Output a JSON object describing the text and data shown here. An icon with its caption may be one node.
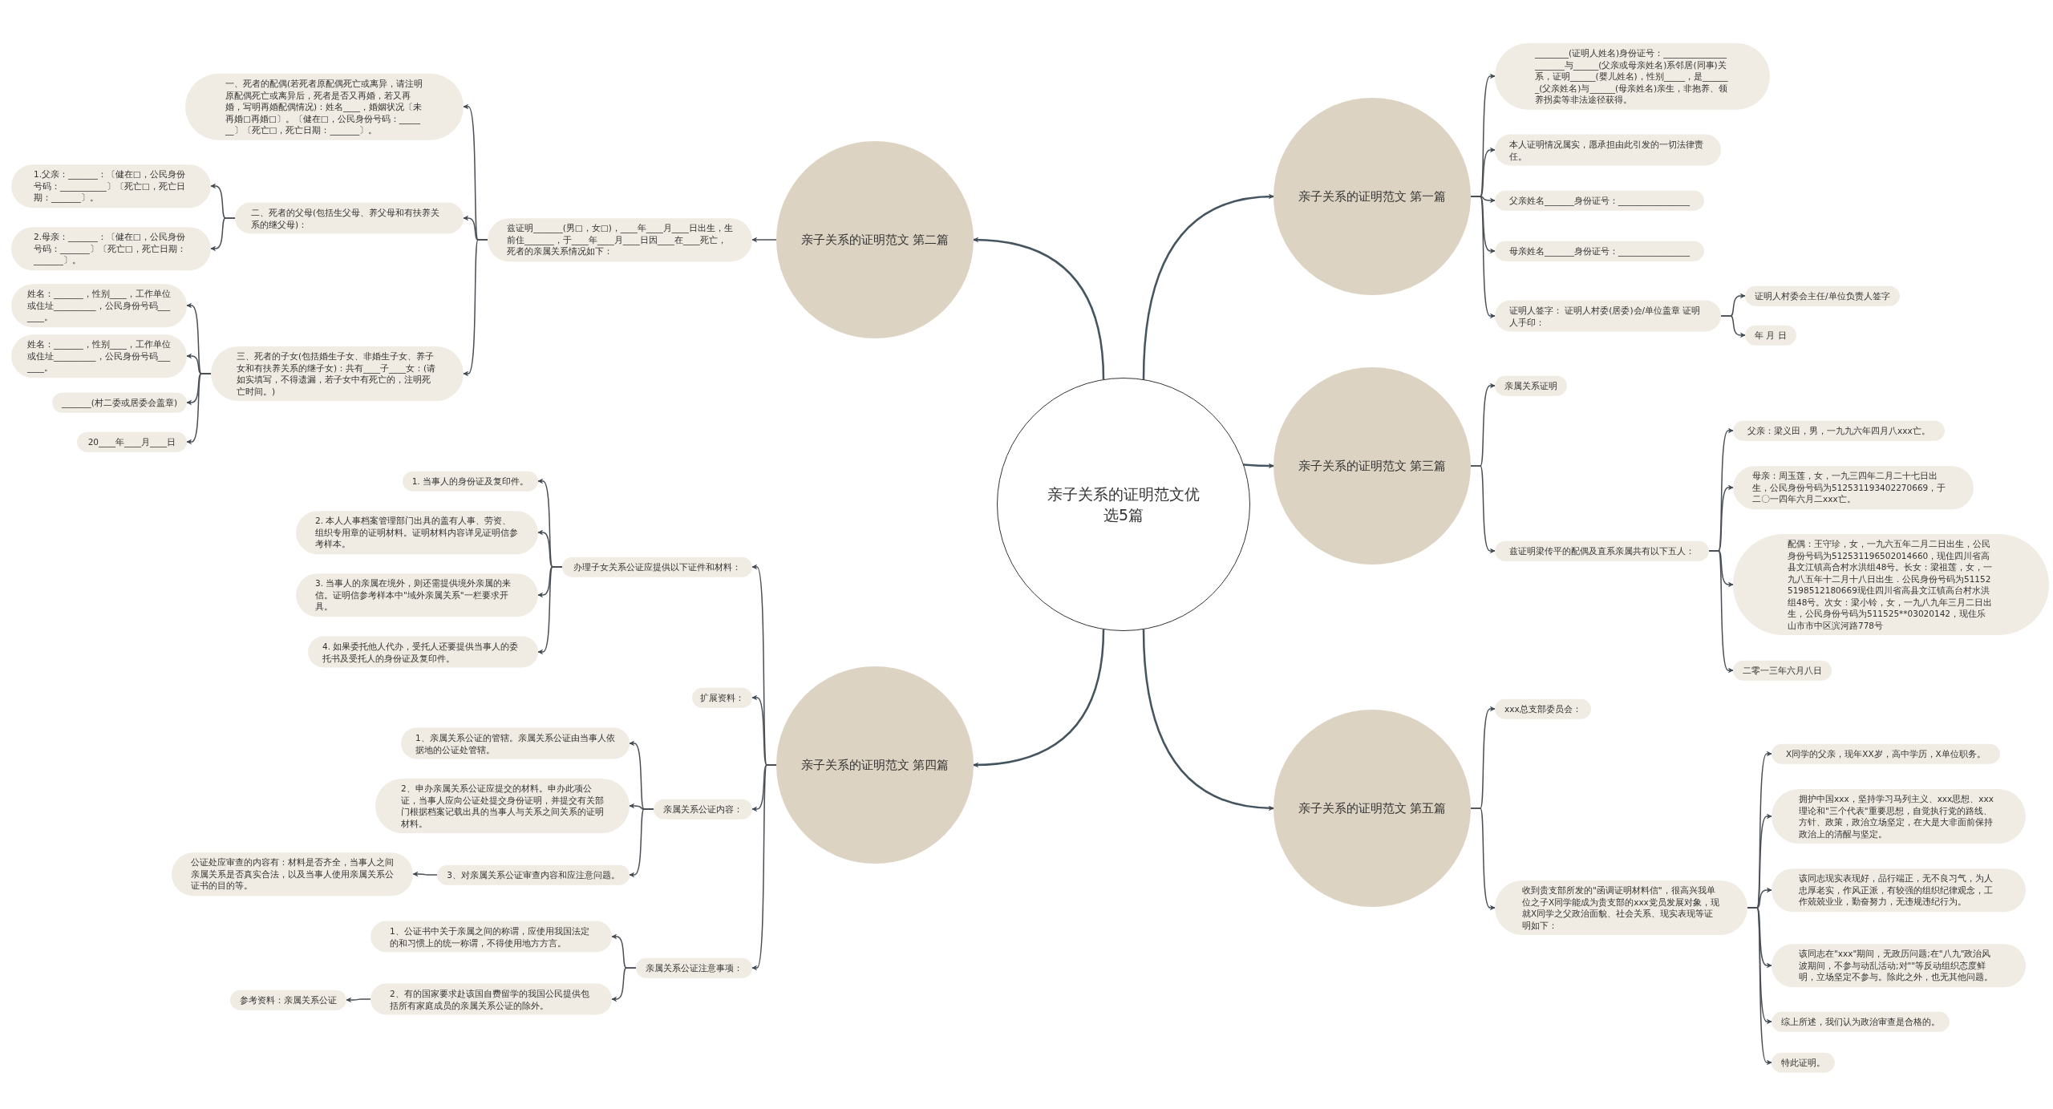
{
  "diagram": {
    "nodes": [
      {
        "text": [
          "亲子关系的证明范文优选5篇"
        ]
      },
      {
        "text": [
          "亲子关系的证明范文 第一篇"
        ]
      },
      {
        "text": [
          "________(证明人姓名)身份证号：______________________与______(父亲或母亲姓名)系邻居(同事)关系，证明______(婴儿姓名)，性别_____，是_______(父亲姓名)与______(母亲姓名)亲生，非抱养、领养拐卖等非法途径获得。"
        ]
      },
      {
        "text": [
          "本人证明情况属实，愿承担由此引发的一切法律责任。"
        ]
      },
      {
        "text": [
          "父亲姓名_______身份证号：_________________"
        ]
      },
      {
        "text": [
          "母亲姓名_______身份证号：_________________"
        ]
      },
      {
        "text": [
          "证明人签字： 证明人村委(居委)会/单位盖章 证明人手印："
        ]
      },
      {
        "text": [
          "证明人村委会主任/单位负责人签字"
        ]
      },
      {
        "text": [
          "年 月 日"
        ]
      },
      {
        "text": [
          "亲子关系的证明范文 第二篇"
        ]
      },
      {
        "text": [
          "兹证明_______(男□，女□)，____年____月____日出生，生前住_______，于____年____月____日因____在____死亡，死者的亲属关系情况如下："
        ]
      },
      {
        "text": [
          "一、死者的配偶(若死者原配偶死亡或离异，请注明原配偶死亡或离异后，死者是否又再婚，若又再婚，写明再婚配偶情况)：姓名____，婚姻状况〔未再婚□再婚□〕。〔健在□，公民身份号码：_______〕〔死亡□，死亡日期：_______〕。"
        ]
      },
      {
        "text": [
          "二、死者的父母(包括生父母、养父母和有扶养关系的继父母)："
        ]
      },
      {
        "text": [
          "1.父亲：_______：〔健在□，公民身份号码：___________〕〔死亡□，死亡日期：_______〕。"
        ]
      },
      {
        "text": [
          "2.母亲：_______：〔健在□，公民身份号码：_______〕〔死亡□，死亡日期：_______〕。"
        ]
      },
      {
        "text": [
          "三、死者的子女(包括婚生子女、非婚生子女、养子女和有扶养关系的继子女)：共有____子____女：(请如实填写，不得遗漏，若子女中有死亡的，注明死亡时间。)"
        ]
      },
      {
        "text": [
          "姓名：_______，性别____，工作单位或住址__________，公民身份号码_______。"
        ]
      },
      {
        "text": [
          "姓名：_______，性别____，工作单位或住址__________，公民身份号码_______。"
        ]
      },
      {
        "text": [
          "_______(村二委或居委会盖章)"
        ]
      },
      {
        "text": [
          "20____年____月____日"
        ]
      },
      {
        "text": [
          "亲子关系的证明范文 第三篇"
        ]
      },
      {
        "text": [
          "亲属关系证明"
        ]
      },
      {
        "text": [
          "兹证明梁传平的配偶及直系亲属共有以下五人："
        ]
      },
      {
        "text": [
          "父亲：梁义田，男，一九九六年四月八xxx亡。"
        ]
      },
      {
        "text": [
          "母亲：周玉莲，女，一九三四年二月二十七日出生，公民身份号码为512531193402270669，于二〇一四年六月二xxx亡。"
        ]
      },
      {
        "text": [
          "配偶：王守珍，女，一九六五年二月二日出生，公民身份号码为512531196502014660，现住四川省高县文江镇高合村水洪组48号。长女：梁祖莲，女，一九八五年十二月十八日出生．公民身份号码为511525198512180669现住四川省高县文江镇高台村水洪组48号。次女：梁小铃，女，一九八九年三月二日出生，公民身份号码为511525**03020142，现住乐山市市中区滨河路778号"
        ]
      },
      {
        "text": [
          "二零一三年六月八日"
        ]
      },
      {
        "text": [
          "亲子关系的证明范文 第四篇"
        ]
      },
      {
        "text": [
          "办理子女关系公证应提供以下证件和材料："
        ]
      },
      {
        "text": [
          "1. 当事人的身份证及复印件。"
        ]
      },
      {
        "text": [
          "2. 本人人事档案管理部门出具的盖有人事、劳资、组织专用章的证明材料。证明材料内容详见证明信参考样本。"
        ]
      },
      {
        "text": [
          "3. 当事人的亲属在境外，则还需提供境外亲属的来信。证明信参考样本中\"域外亲属关系\"一栏要求开具。"
        ]
      },
      {
        "text": [
          "4. 如果委托他人代办，受托人还要提供当事人的委托书及受托人的身份证及复印件。"
        ]
      },
      {
        "text": [
          "扩展资料："
        ]
      },
      {
        "text": [
          "亲属关系公证内容："
        ]
      },
      {
        "text": [
          "1、亲属关系公证的管辖。亲属关系公证由当事人依据地的公证处管辖。"
        ]
      },
      {
        "text": [
          "2、申办亲属关系公证应提交的材料。申办此项公证，当事人应向公证处提交身份证明，并提交有关部门根据档案记载出具的当事人与关系之间关系的证明材料。"
        ]
      },
      {
        "text": [
          "3、对亲属关系公证审查内容和应注意问题。"
        ]
      },
      {
        "text": [
          "公证处应审查的内容有：材料是否齐全，当事人之间亲属关系是否真实合法，以及当事人使用亲属关系公证书的目的等。"
        ]
      },
      {
        "text": [
          "亲属关系公证注意事项："
        ]
      },
      {
        "text": [
          "1、公证书中关于亲属之间的称谓，应使用我国法定的和习惯上的统一称谓，不得使用地方方言。"
        ]
      },
      {
        "text": [
          "2、有的国家要求赴该国自费留学的我国公民提供包括所有家庭成员的亲属关系公证的除外。"
        ]
      },
      {
        "text": [
          "参考资料：亲属关系公证"
        ]
      },
      {
        "text": [
          "亲子关系的证明范文 第五篇"
        ]
      },
      {
        "text": [
          "xxx总支部委员会："
        ]
      },
      {
        "text": [
          "收到贵支部所发的\"函调证明材料信\"，很高兴我单位之子X同学能成为贵支部的xxx党员发展对象，现就X同学之父政治面貌、社会关系、现实表现等证明如下："
        ]
      },
      {
        "text": [
          "X同学的父亲，现年XX岁，高中学历，X单位职务。"
        ]
      },
      {
        "text": [
          "拥护中国xxx，坚持学习马列主义、xxx思想、xxx理论和\"三个代表\"重要思想，自觉执行党的路线、方针、政策，政治立场坚定，在大是大非面前保持政治上的清醒与坚定。"
        ]
      },
      {
        "text": [
          "该同志现实表现好，品行端正，无不良习气，为人忠厚老实，作风正派，有较强的组织纪律观念，工作兢兢业业，勤奋努力，无违规违纪行为。"
        ]
      },
      {
        "text": [
          "该同志在\"xxx\"期间，无政历问题;在\"八九\"政治风波期间，不参与动乱活动;对\"\"等反动组织态度鲜明，立场坚定不参与。除此之外，也无其他问题。"
        ]
      },
      {
        "text": [
          "综上所述，我们认为政治审查是合格的。"
        ]
      },
      {
        "text": [
          "特此证明。"
        ]
      }
    ],
    "edges": [
      {
        "from": 0,
        "to": 1,
        "arrow": "to"
      },
      {
        "from": 0,
        "to": 9,
        "arrow": "to"
      },
      {
        "from": 0,
        "to": 20,
        "arrow": "to"
      },
      {
        "from": 0,
        "to": 27,
        "arrow": "to"
      },
      {
        "from": 0,
        "to": 43,
        "arrow": "to"
      },
      {
        "from": 1,
        "to": 2,
        "arrow": "to"
      },
      {
        "from": 1,
        "to": 3,
        "arrow": "to"
      },
      {
        "from": 1,
        "to": 4,
        "arrow": "to"
      },
      {
        "from": 1,
        "to": 5,
        "arrow": "to"
      },
      {
        "from": 1,
        "to": 6,
        "arrow": "to"
      },
      {
        "from": 6,
        "to": 7,
        "arrow": "to"
      },
      {
        "from": 6,
        "to": 8,
        "arrow": "to"
      },
      {
        "from": 9,
        "to": 10,
        "arrow": "to"
      },
      {
        "from": 10,
        "to": 11,
        "arrow": "to"
      },
      {
        "from": 10,
        "to": 12,
        "arrow": "to"
      },
      {
        "from": 10,
        "to": 15,
        "arrow": "to"
      },
      {
        "from": 12,
        "to": 13,
        "arrow": "to"
      },
      {
        "from": 12,
        "to": 14,
        "arrow": "to"
      },
      {
        "from": 15,
        "to": 16,
        "arrow": "to"
      },
      {
        "from": 15,
        "to": 17,
        "arrow": "to"
      },
      {
        "from": 15,
        "to": 18,
        "arrow": "to"
      },
      {
        "from": 15,
        "to": 19,
        "arrow": "to"
      },
      {
        "from": 20,
        "to": 21,
        "arrow": "to"
      },
      {
        "from": 20,
        "to": 22,
        "arrow": "to"
      },
      {
        "from": 22,
        "to": 23,
        "arrow": "to"
      },
      {
        "from": 22,
        "to": 24,
        "arrow": "to"
      },
      {
        "from": 22,
        "to": 25,
        "arrow": "to"
      },
      {
        "from": 22,
        "to": 26,
        "arrow": "to"
      },
      {
        "from": 27,
        "to": 28,
        "arrow": "to"
      },
      {
        "from": 27,
        "to": 33,
        "arrow": "to"
      },
      {
        "from": 27,
        "to": 34,
        "arrow": "to"
      },
      {
        "from": 27,
        "to": 39,
        "arrow": "to"
      },
      {
        "from": 28,
        "to": 29,
        "arrow": "to"
      },
      {
        "from": 28,
        "to": 30,
        "arrow": "to"
      },
      {
        "from": 28,
        "to": 31,
        "arrow": "to"
      },
      {
        "from": 28,
        "to": 32,
        "arrow": "to"
      },
      {
        "from": 34,
        "to": 35,
        "arrow": "to"
      },
      {
        "from": 34,
        "to": 36,
        "arrow": "to"
      },
      {
        "from": 34,
        "to": 37,
        "arrow": "to"
      },
      {
        "from": 37,
        "to": 38,
        "arrow": "to"
      },
      {
        "from": 39,
        "to": 40,
        "arrow": "to"
      },
      {
        "from": 39,
        "to": 41,
        "arrow": "to"
      },
      {
        "from": 41,
        "to": 42,
        "arrow": "to"
      },
      {
        "from": 43,
        "to": 44,
        "arrow": "to"
      },
      {
        "from": 43,
        "to": 45,
        "arrow": "to"
      },
      {
        "from": 45,
        "to": 46,
        "arrow": "to"
      },
      {
        "from": 45,
        "to": 47,
        "arrow": "to"
      },
      {
        "from": 45,
        "to": 48,
        "arrow": "to"
      },
      {
        "from": 45,
        "to": 49,
        "arrow": "to"
      },
      {
        "from": 45,
        "to": 50,
        "arrow": "to"
      },
      {
        "from": 45,
        "to": 51,
        "arrow": "to"
      }
    ]
  }
}
